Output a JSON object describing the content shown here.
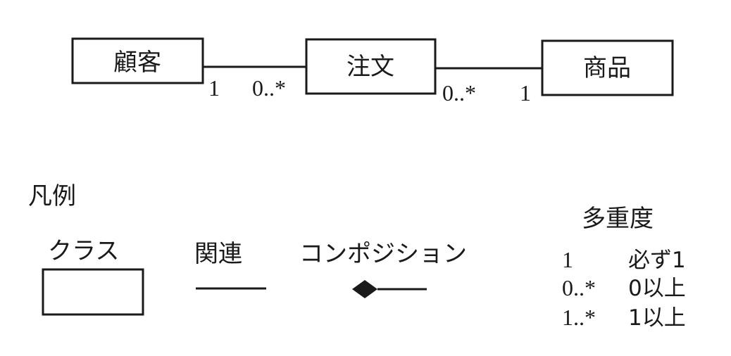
{
  "classes": [
    "顧客",
    "注文",
    "商品"
  ],
  "associations": [
    {
      "from": "顧客",
      "to": "注文",
      "from_mult": "1",
      "to_mult": "0..*"
    },
    {
      "from": "注文",
      "to": "商品",
      "from_mult": "0..*",
      "to_mult": "1"
    }
  ],
  "legend": {
    "title": "凡例",
    "class_label": "クラス",
    "association_label": "関連",
    "composition_label": "コンポジション",
    "multiplicity": {
      "title": "多重度",
      "rows": [
        {
          "symbol": "1",
          "meaning": "必ず1"
        },
        {
          "symbol": "0..*",
          "meaning": "0以上"
        },
        {
          "symbol": "1..*",
          "meaning": "1以上"
        }
      ]
    }
  }
}
